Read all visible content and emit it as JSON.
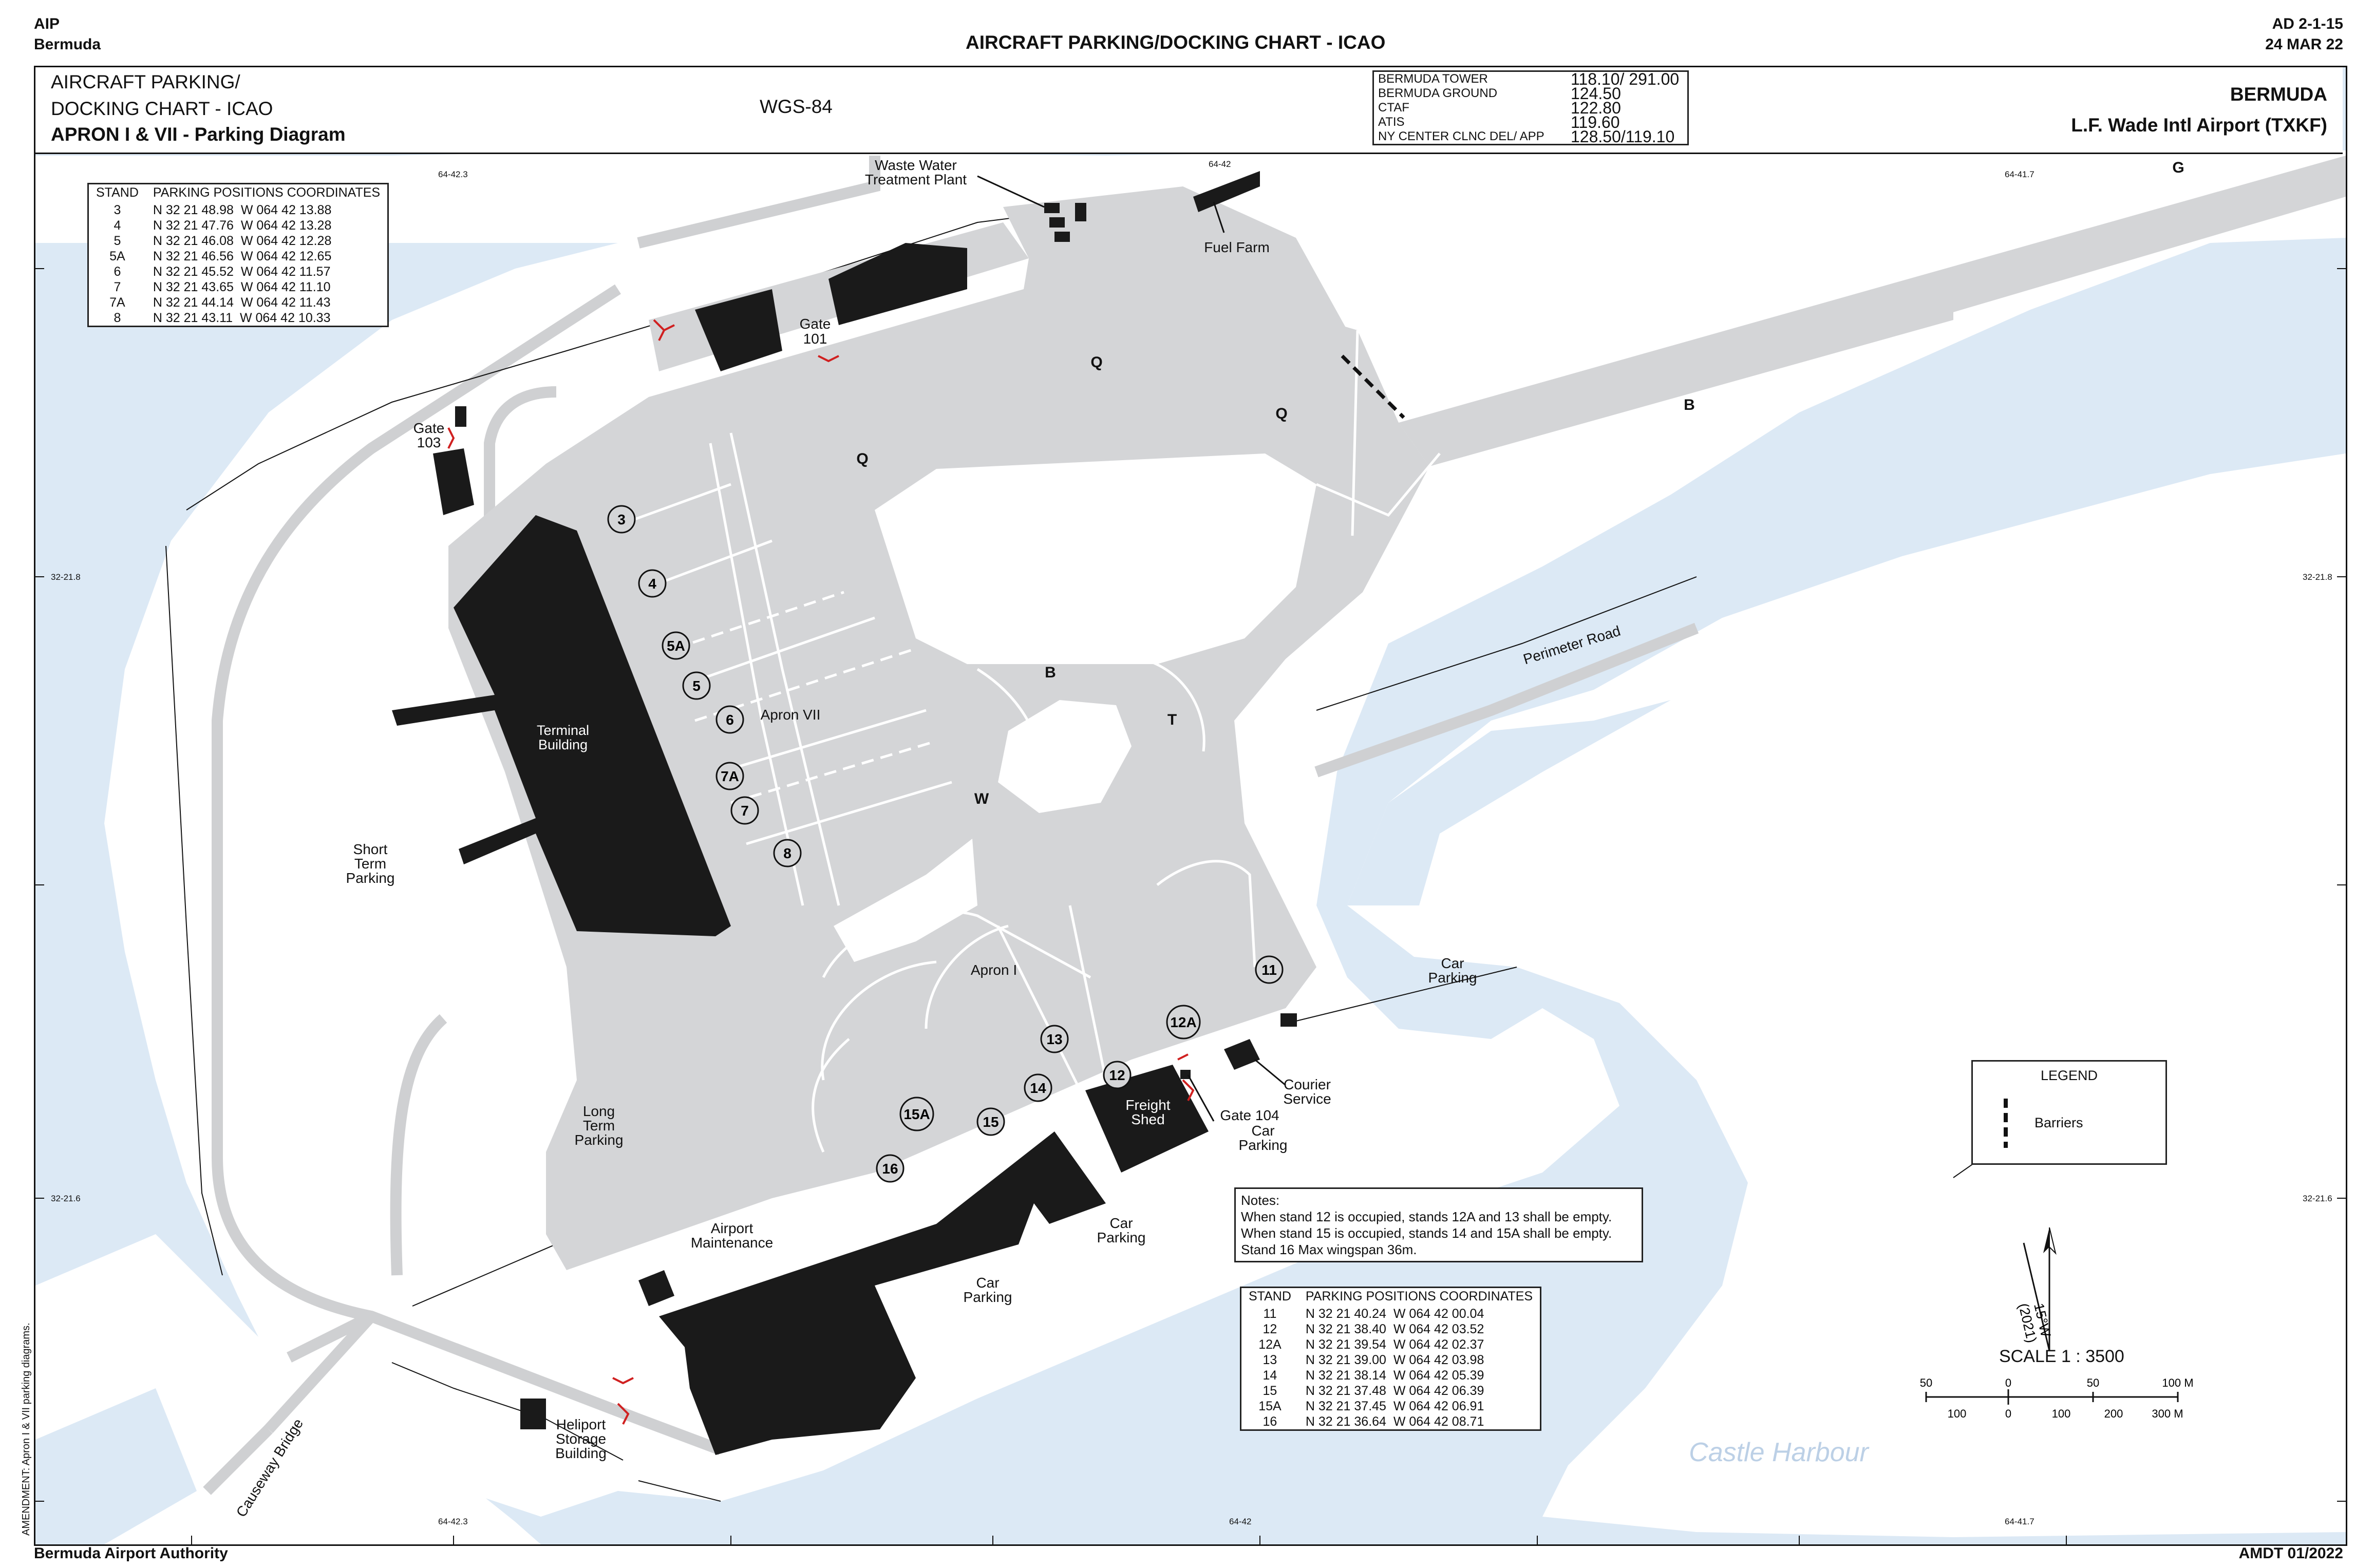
{
  "header": {
    "aip": "AIP",
    "bermuda_top": "Bermuda",
    "chart_title": "AIRCRAFT PARKING/DOCKING CHART - ICAO",
    "page_ref": "AD 2-1-15",
    "date": "24 MAR 22"
  },
  "title_block": {
    "line1": "AIRCRAFT PARKING/",
    "line2": "DOCKING CHART - ICAO",
    "line3": "APRON I & VII - Parking Diagram",
    "datum": "WGS-84",
    "country": "BERMUDA",
    "airport": "L.F. Wade Intl Airport (TXKF)"
  },
  "frequencies": [
    {
      "service": "BERMUDA TOWER",
      "freq": "118.10/ 291.00"
    },
    {
      "service": "BERMUDA GROUND",
      "freq": "124.50"
    },
    {
      "service": "CTAF",
      "freq": "122.80"
    },
    {
      "service": "ATIS",
      "freq": "119.60"
    },
    {
      "service": "NY CENTER CLNC DEL/ APP",
      "freq": "128.50/119.10"
    }
  ],
  "table_top": {
    "col_stand": "STAND",
    "col_coords": "PARKING POSITIONS COORDINATES",
    "rows": [
      {
        "stand": "3",
        "coords": "N 32 21 48.98  W 064 42 13.88"
      },
      {
        "stand": "4",
        "coords": "N 32 21 47.76  W 064 42 13.28"
      },
      {
        "stand": "5",
        "coords": "N 32 21 46.08  W 064 42 12.28"
      },
      {
        "stand": "5A",
        "coords": "N 32 21 46.56  W 064 42 12.65"
      },
      {
        "stand": "6",
        "coords": "N 32 21 45.52  W 064 42 11.57"
      },
      {
        "stand": "7",
        "coords": "N 32 21 43.65  W 064 42 11.10"
      },
      {
        "stand": "7A",
        "coords": "N 32 21 44.14  W 064 42 11.43"
      },
      {
        "stand": "8",
        "coords": "N 32 21 43.11  W 064 42 10.33"
      }
    ]
  },
  "table_bottom": {
    "col_stand": "STAND",
    "col_coords": "PARKING POSITIONS COORDINATES",
    "rows": [
      {
        "stand": "11",
        "coords": "N 32 21 40.24  W 064 42 00.04"
      },
      {
        "stand": "12",
        "coords": "N 32 21 38.40  W 064 42 03.52"
      },
      {
        "stand": "12A",
        "coords": "N 32 21 39.54  W 064 42 02.37"
      },
      {
        "stand": "13",
        "coords": "N 32 21 39.00  W 064 42 03.98"
      },
      {
        "stand": "14",
        "coords": "N 32 21 38.14  W 064 42 05.39"
      },
      {
        "stand": "15",
        "coords": "N 32 21 37.48  W 064 42 06.39"
      },
      {
        "stand": "15A",
        "coords": "N 32 21 37.45  W 064 42 06.91"
      },
      {
        "stand": "16",
        "coords": "N 32 21 36.64  W 064 42 08.71"
      }
    ]
  },
  "notes": {
    "title": "Notes:",
    "line1": "When stand 12 is occupied, stands 12A and 13 shall be empty.",
    "line2": "When stand 15 is occupied, stands 14 and 15A shall be empty.",
    "line3": "Stand 16 Max wingspan 36m."
  },
  "legend": {
    "title": "LEGEND",
    "item": "Barriers"
  },
  "scale": {
    "text": "SCALE 1 : 3500",
    "m_ticks": [
      "50",
      "0",
      "50",
      "100 M"
    ],
    "ft_ticks": [
      "100",
      "0",
      "100",
      "200",
      "300 M"
    ]
  },
  "north": {
    "variation": "15°W",
    "year": "(2021)"
  },
  "grid_labels": {
    "top_left": "64-42.3",
    "top_mid": "64-42",
    "top_right": "64-41.7",
    "bot_left": "64-42.3",
    "bot_mid": "64-42",
    "bot_right": "64-41.7",
    "lat_upper": "32-21.8",
    "lat_lower": "32-21.6"
  },
  "map_labels": {
    "waste_water": "Waste Water",
    "treatment_plant": "Treatment Plant",
    "fuel_farm": "Fuel Farm",
    "gate": "Gate",
    "gate101_num": "101",
    "gate103_num": "103",
    "gate104": "Gate 104",
    "terminal_1": "Terminal",
    "terminal_2": "Building",
    "short_term_1": "Short",
    "short_term_2": "Term",
    "short_term_3": "Parking",
    "long_term_1": "Long",
    "long_term_2": "Term",
    "long_term_3": "Parking",
    "apron_vii": "Apron VII",
    "apron_i": "Apron I",
    "car_parking_1": "Car",
    "car_parking_2": "Parking",
    "freight_1": "Freight",
    "freight_2": "Shed",
    "courier_1": "Courier",
    "courier_2": "Service",
    "airport_maint_1": "Airport",
    "airport_maint_2": "Maintenance",
    "heliport_1": "Heliport",
    "heliport_2": "Storage",
    "heliport_3": "Building",
    "causeway": "Causeway Bridge",
    "perimeter_road": "Perimeter Road",
    "castle_harbour": "Castle Harbour",
    "twy_q": "Q",
    "twy_b": "B",
    "twy_t": "T",
    "twy_w": "W",
    "twy_g": "G"
  },
  "stands": [
    "3",
    "4",
    "5A",
    "5",
    "6",
    "7A",
    "7",
    "8",
    "11",
    "12A",
    "13",
    "12",
    "14",
    "15A",
    "15",
    "16"
  ],
  "footer": {
    "authority": "Bermuda Airport Authority",
    "amdt": "AMDT 01/2022",
    "amendment_note": "AMENDMENT: Apron I & VII parking diagrams."
  },
  "colors": {
    "water": "#dce9f5",
    "land": "#ffffff",
    "pavement": "#d4d5d7",
    "building": "#1a1a1a",
    "barrier_red": "#d02020"
  }
}
